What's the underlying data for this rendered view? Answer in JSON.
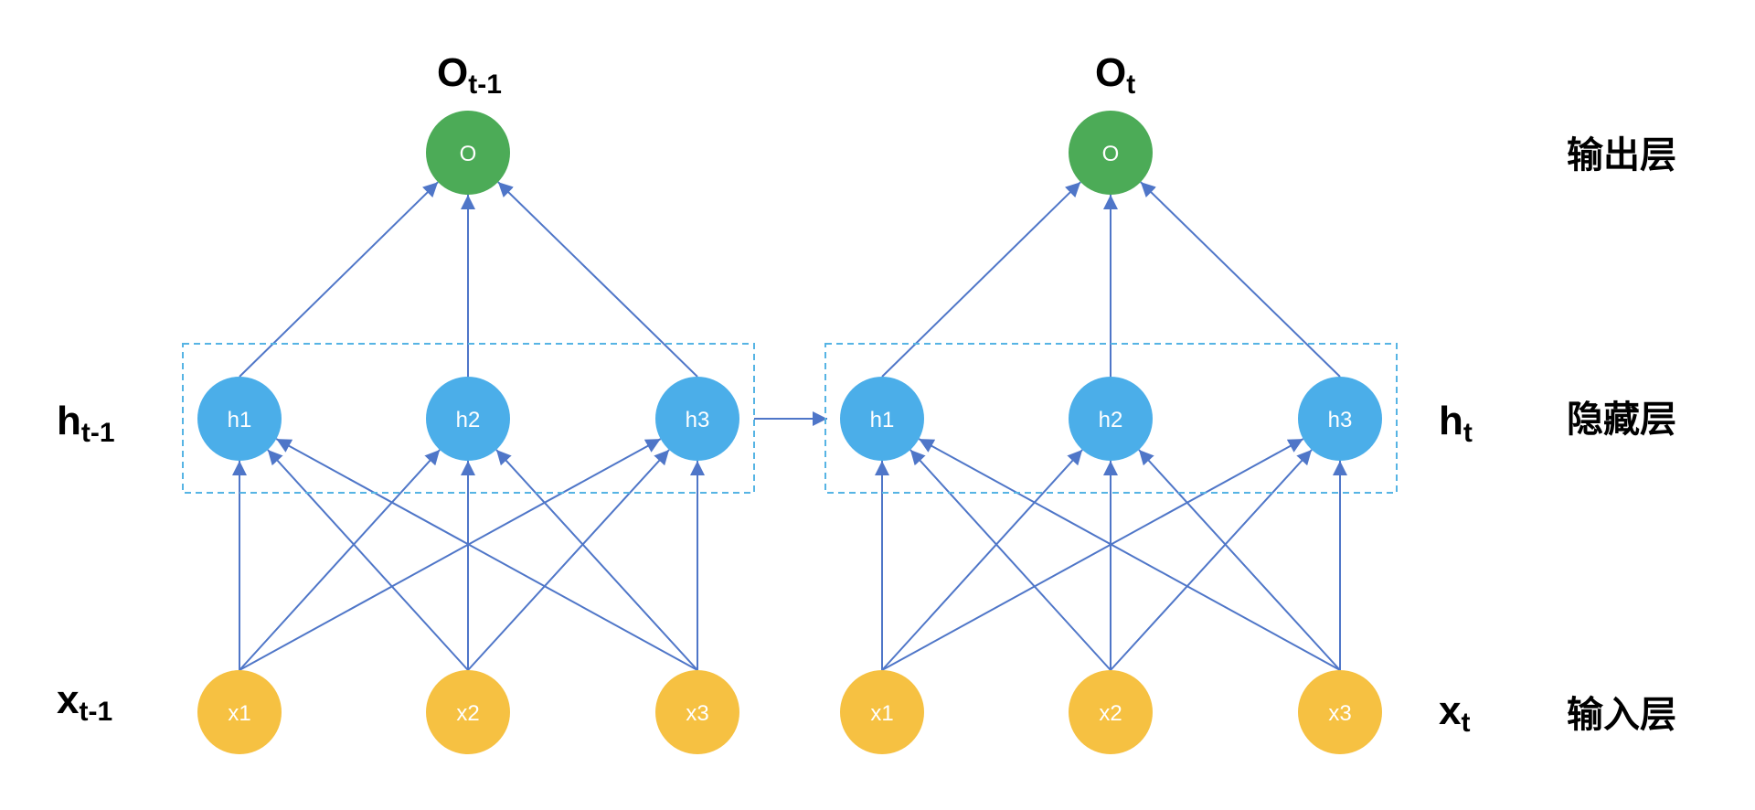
{
  "colors": {
    "output": "#4CAB57",
    "hidden": "#4BAEE9",
    "input": "#F6C142",
    "edge": "#4F76C8",
    "box": "#56B4E4"
  },
  "panels": [
    {
      "output_label": {
        "base": "O",
        "sub": "t-1"
      },
      "hidden_label": {
        "base": "h",
        "sub": "t-1"
      },
      "input_label": {
        "base": "x",
        "sub": "t-1"
      },
      "output_node": "O",
      "hidden_nodes": [
        "h1",
        "h2",
        "h3"
      ],
      "input_nodes": [
        "x1",
        "x2",
        "x3"
      ]
    },
    {
      "output_label": {
        "base": "O",
        "sub": "t"
      },
      "hidden_label": {
        "base": "h",
        "sub": "t"
      },
      "input_label": {
        "base": "x",
        "sub": "t"
      },
      "output_node": "O",
      "hidden_nodes": [
        "h1",
        "h2",
        "h3"
      ],
      "input_nodes": [
        "x1",
        "x2",
        "x3"
      ]
    }
  ],
  "layers": {
    "output": "输出层",
    "hidden": "隐藏层",
    "input": "输入层"
  }
}
